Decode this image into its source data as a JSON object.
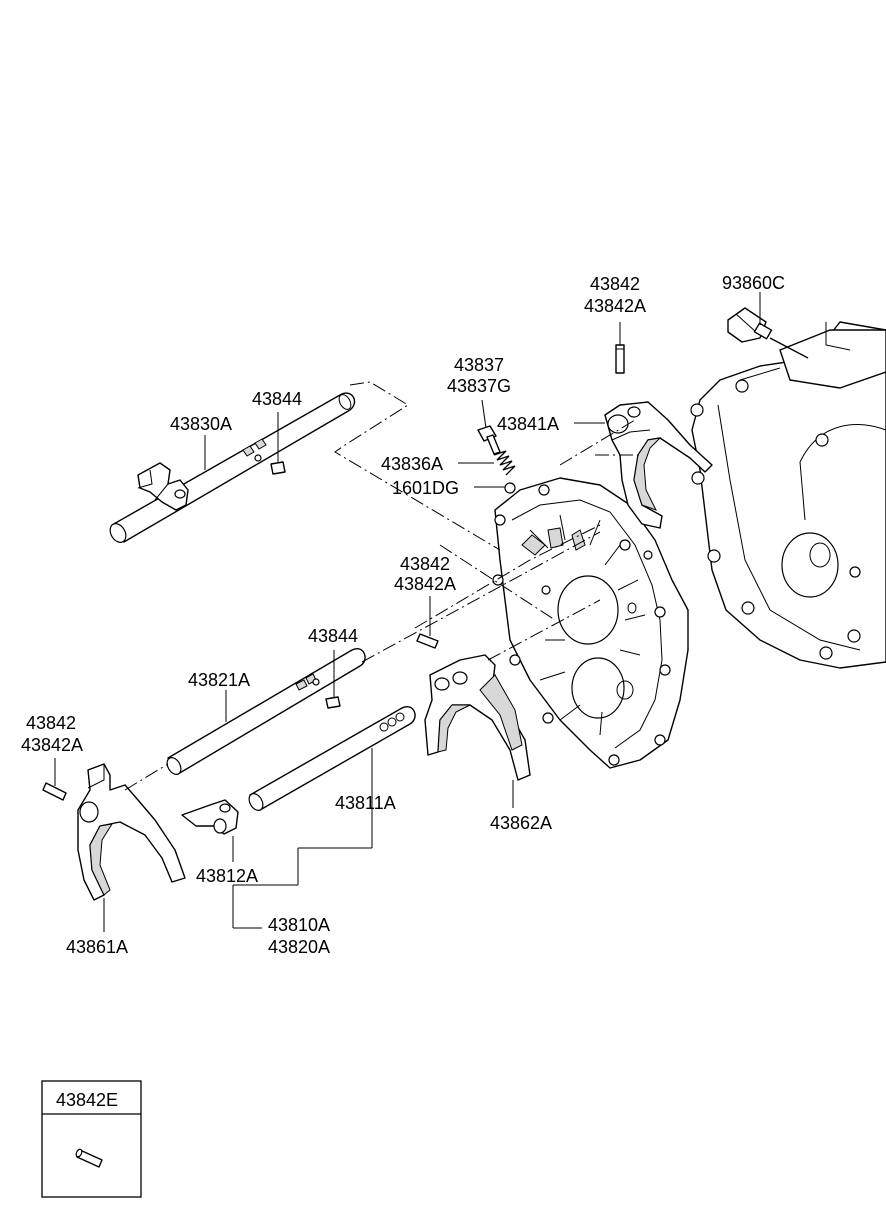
{
  "labels": {
    "p93860c": "93860C",
    "p43842_top_a": "43842",
    "p43842_top_b": "43842A",
    "p43837_a": "43837",
    "p43837_b": "43837G",
    "p43844_top": "43844",
    "p43830a": "43830A",
    "p43841a": "43841A",
    "p43836a": "43836A",
    "p1601dg": "1601DG",
    "p43842_mid_a": "43842",
    "p43842_mid_b": "43842A",
    "p43844_mid": "43844",
    "p43821a": "43821A",
    "p43842_left_a": "43842",
    "p43842_left_b": "43842A",
    "p43811a": "43811A",
    "p43862a": "43862A",
    "p43812a": "43812A",
    "p43810a": "43810A",
    "p43820a": "43820A",
    "p43861a": "43861A"
  },
  "inset": {
    "title": "43842E",
    "icon": "pin-icon"
  }
}
